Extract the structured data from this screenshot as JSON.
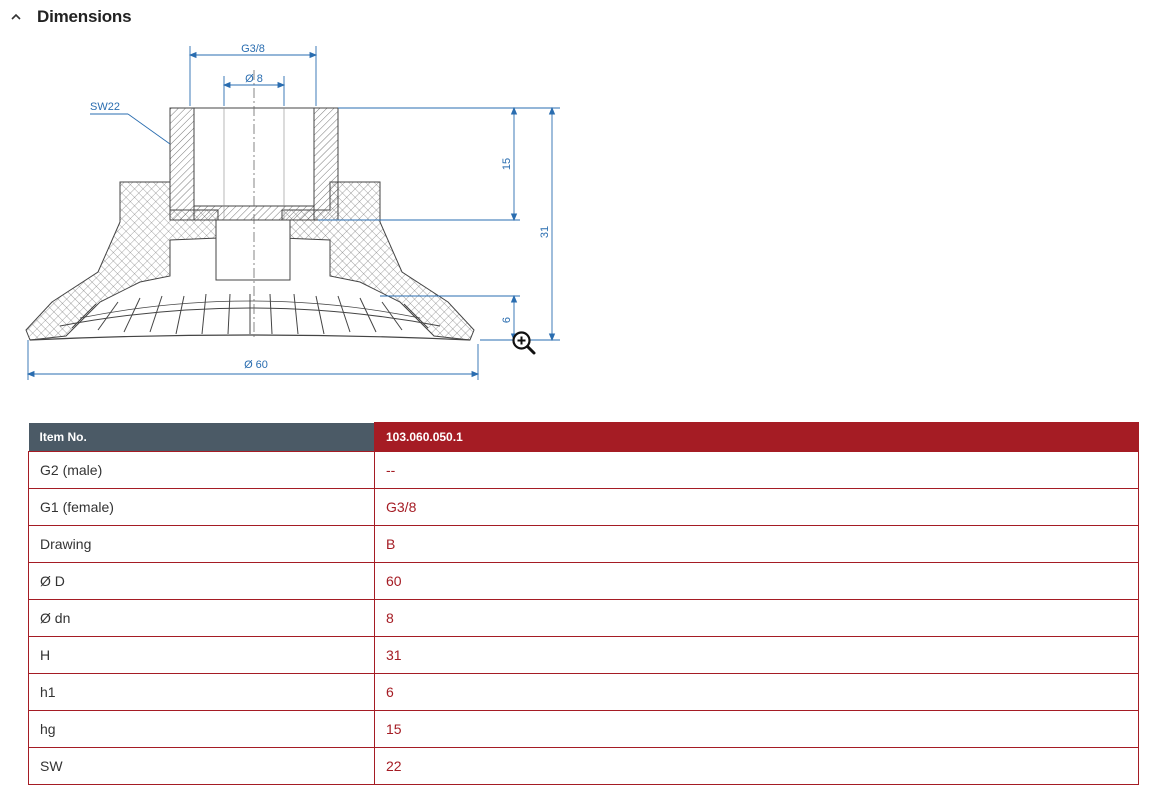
{
  "section": {
    "title": "Dimensions",
    "toggle_icon": "chevron-up-icon"
  },
  "drawing": {
    "labels": {
      "thread_top": "G3/8",
      "bore": "Ø 8",
      "wrench": "SW22",
      "hg": "15",
      "h_total": "31",
      "h1": "6",
      "diameter": "Ø 60"
    },
    "zoom_icon": "zoom-in-icon"
  },
  "table": {
    "header": {
      "label": "Item No.",
      "value": "103.060.050.1"
    },
    "rows": [
      {
        "label": "G2 (male)",
        "value": "--"
      },
      {
        "label": "G1 (female)",
        "value": "G3/8"
      },
      {
        "label": "Drawing",
        "value": "B"
      },
      {
        "label": "Ø D",
        "value": "60"
      },
      {
        "label": "Ø dn",
        "value": "8"
      },
      {
        "label": "H",
        "value": "31"
      },
      {
        "label": "h1",
        "value": "6"
      },
      {
        "label": "hg",
        "value": "15"
      },
      {
        "label": "SW",
        "value": "22"
      }
    ]
  },
  "colors": {
    "accent": "#a51c24",
    "header_dark": "#4b5a66",
    "dimension_blue": "#2a6db0"
  }
}
